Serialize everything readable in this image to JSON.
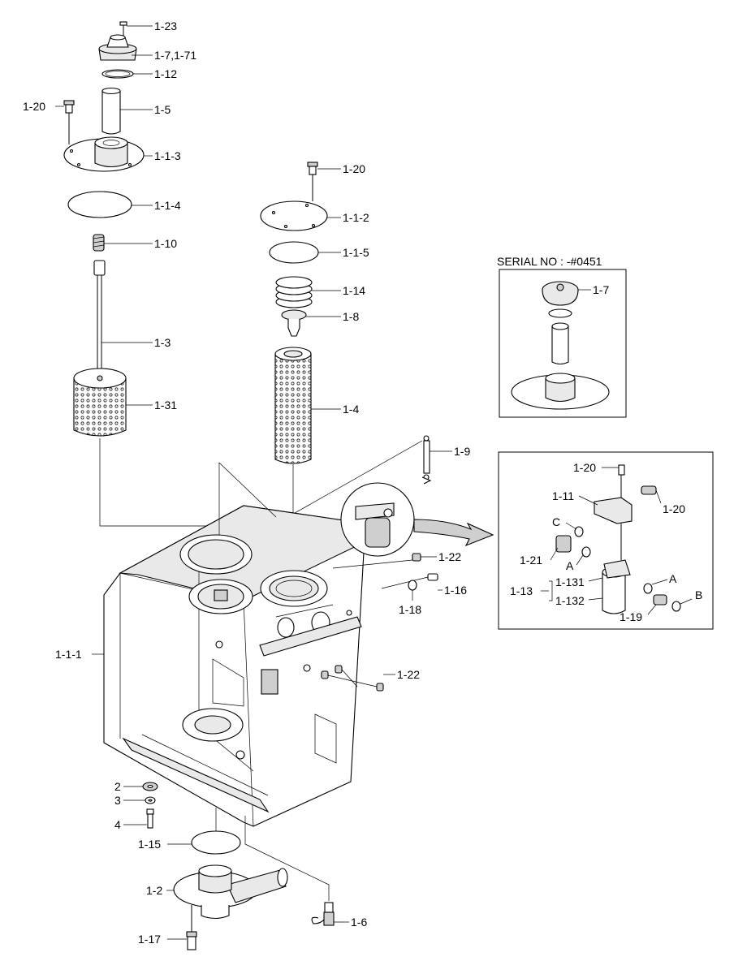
{
  "callouts": {
    "c1_23": "1-23",
    "c1_7_1_71": "1-7,1-71",
    "c1_12": "1-12",
    "c1_20_left": "1-20",
    "c1_5": "1-5",
    "c1_1_3": "1-1-3",
    "c1_1_4": "1-1-4",
    "c1_10": "1-10",
    "c1_3": "1-3",
    "c1_31": "1-31",
    "c1_20_mid": "1-20",
    "c1_1_2": "1-1-2",
    "c1_1_5": "1-1-5",
    "c1_14": "1-14",
    "c1_8": "1-8",
    "c1_4": "1-4",
    "c1_9": "1-9",
    "c1_22_top": "1-22",
    "c1_16": "1-16",
    "c1_18": "1-18",
    "c1_22_side": "1-22",
    "c1_1_1": "1-1-1",
    "c2": "2",
    "c3": "3",
    "c4": "4",
    "c1_15": "1-15",
    "c1_2": "1-2",
    "c1_17": "1-17",
    "c1_6": "1-6"
  },
  "serial_inset": {
    "title": "SERIAL NO : -#0451",
    "c1_7": "1-7"
  },
  "detail_inset": {
    "c1_20_top": "1-20",
    "c1_11": "1-11",
    "c1_20_right": "1-20",
    "cC": "C",
    "c1_21": "1-21",
    "cA_left": "A",
    "cA_right": "A",
    "c1_13": "1-13",
    "c1_131": "1-131",
    "c1_132": "1-132",
    "c1_19": "1-19",
    "cB": "B"
  },
  "colors": {
    "line": "#000000",
    "shade": "#e9e9e9",
    "dark_shade": "#cfcfcf",
    "background": "#ffffff"
  }
}
